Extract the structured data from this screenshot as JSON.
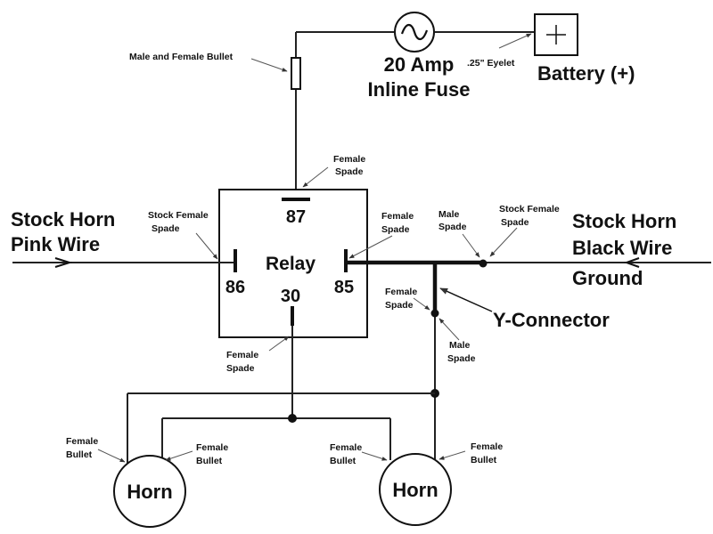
{
  "labels": {
    "male_female_bullet": "Male and Female Bullet",
    "fuse_line1": "20 Amp",
    "fuse_line2": "Inline Fuse",
    "eyelet": ".25\" Eyelet",
    "battery": "Battery (+)",
    "female": "Female",
    "spade": "Spade",
    "stock_female": "Stock Female",
    "male": "Male",
    "bullet": "Bullet",
    "stock_horn": "Stock Horn",
    "pink_wire": "Pink Wire",
    "black_wire": "Black Wire",
    "ground": "Ground",
    "relay": "Relay",
    "pin_87": "87",
    "pin_86": "86",
    "pin_85": "85",
    "pin_30": "30",
    "y_connector": "Y-Connector",
    "horn": "Horn"
  },
  "icons": {
    "fuse": "ac-tilde-icon",
    "battery": "plus-icon",
    "arrow": "arrowhead-icon"
  }
}
